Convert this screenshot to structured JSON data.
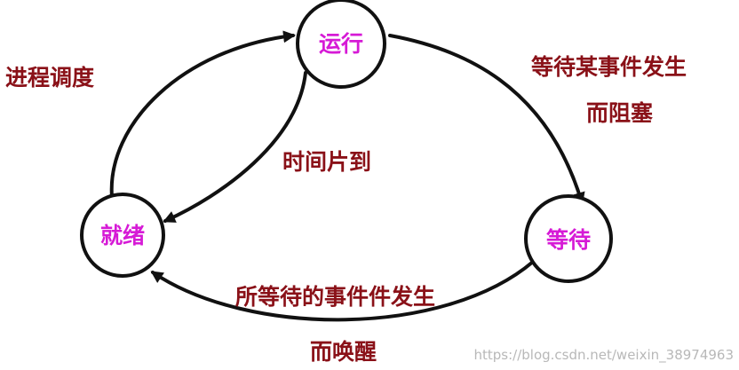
{
  "diagram": {
    "states": {
      "running": "运行",
      "ready": "就绪",
      "waiting": "等待"
    },
    "transitions": {
      "schedule": "进程调度",
      "block_line1": "等待某事件发生",
      "block_line2": "而阻塞",
      "time_slice": "时间片到",
      "wake_line1": "所等待的事件件发生",
      "wake_line2": "而唤醒"
    }
  },
  "watermark": "https://blog.csdn.net/weixin_38974963",
  "colors": {
    "state_text": "#d61ad6",
    "edge_text": "#8a1118",
    "lines": "#111111",
    "background": "#ffffff"
  }
}
